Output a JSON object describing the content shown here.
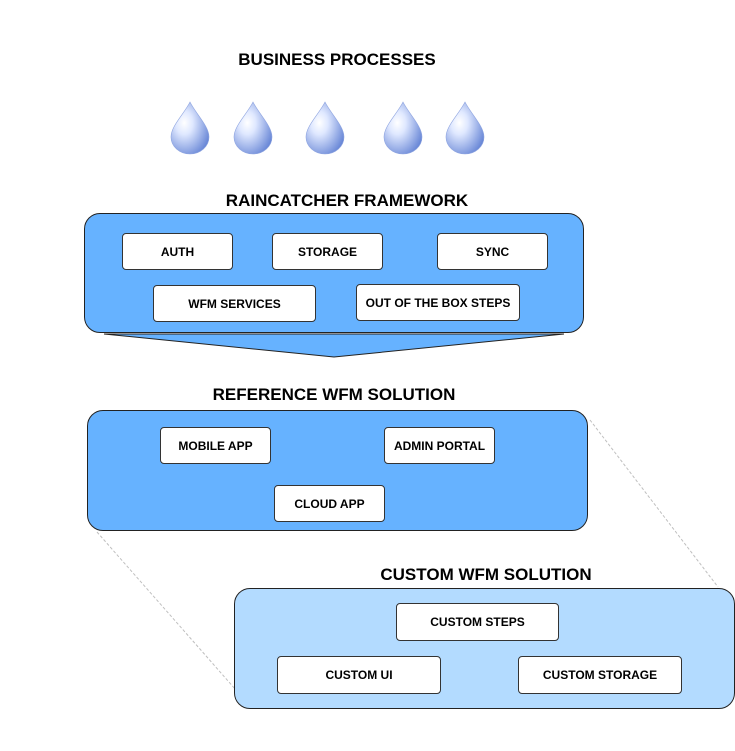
{
  "colors": {
    "framework_fill": "#66b2ff",
    "custom_fill": "#b3dbff",
    "drop_light": "#e6efff",
    "drop_dark": "#6e87d6"
  },
  "sections": {
    "business": {
      "title": "BUSINESS PROCESSES",
      "drop_icon": "water-drop-icon",
      "drop_count": 5
    },
    "framework": {
      "title": "RAINCATCHER FRAMEWORK",
      "items": [
        "AUTH",
        "STORAGE",
        "SYNC",
        "WFM SERVICES",
        "OUT OF THE BOX STEPS"
      ]
    },
    "reference": {
      "title": "REFERENCE WFM SOLUTION",
      "items": [
        "MOBILE APP",
        "ADMIN PORTAL",
        "CLOUD APP"
      ]
    },
    "custom": {
      "title": "CUSTOM WFM SOLUTION",
      "items": [
        "CUSTOM STEPS",
        "CUSTOM UI",
        "CUSTOM STORAGE"
      ]
    }
  }
}
